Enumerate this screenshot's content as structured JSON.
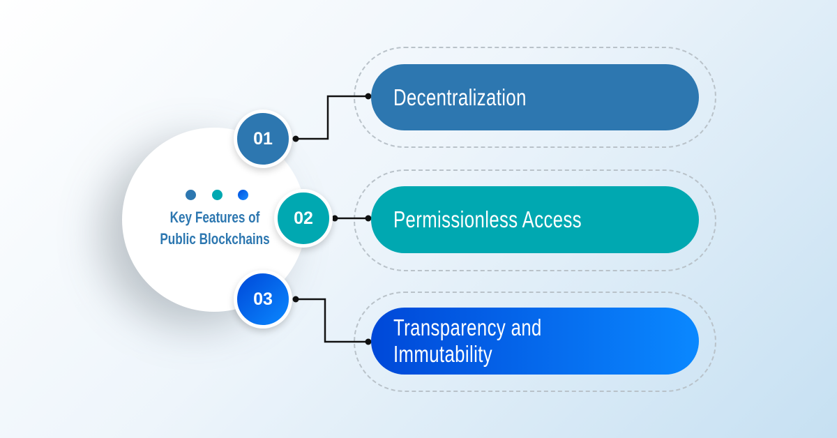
{
  "title": "Key Features of Public Blockchains",
  "title_lines": [
    "Key Features of",
    "Public Blockchains"
  ],
  "colors": {
    "blue": "#2d77b0",
    "teal": "#00a8b1",
    "bright_blue": "#0a6ef0"
  },
  "features": [
    {
      "number": "01",
      "label": "Decentralization"
    },
    {
      "number": "02",
      "label": "Permissionless Access"
    },
    {
      "number": "03",
      "label": "Transparency and Immutability"
    }
  ]
}
